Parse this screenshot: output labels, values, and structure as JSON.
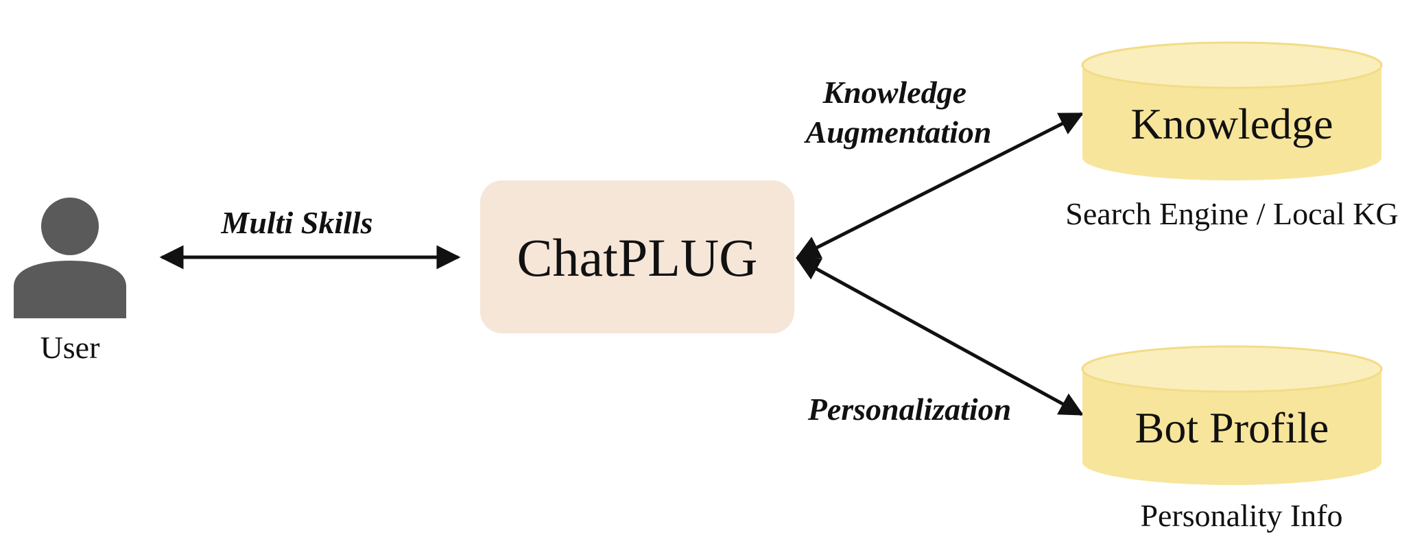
{
  "nodes": {
    "user": {
      "label": "User"
    },
    "chatplug": {
      "label": "ChatPLUG",
      "fill": "#f6e6d8"
    },
    "knowledge": {
      "label": "Knowledge",
      "caption": "Search Engine / Local KG"
    },
    "bot_profile": {
      "label": "Bot Profile",
      "caption": "Personality Info"
    }
  },
  "edges": {
    "multi_skills": {
      "label": "Multi Skills"
    },
    "knowledge_augmentation": {
      "line1": "Knowledge",
      "line2": "Augmentation"
    },
    "personalization": {
      "label": "Personalization"
    }
  },
  "colors": {
    "user_icon": "#5a5a5a",
    "cylinder_body": "#f7e59b",
    "cylinder_top": "#faeebc",
    "cylinder_rim": "#f2dc86",
    "arrow": "#111111",
    "text": "#111111"
  }
}
